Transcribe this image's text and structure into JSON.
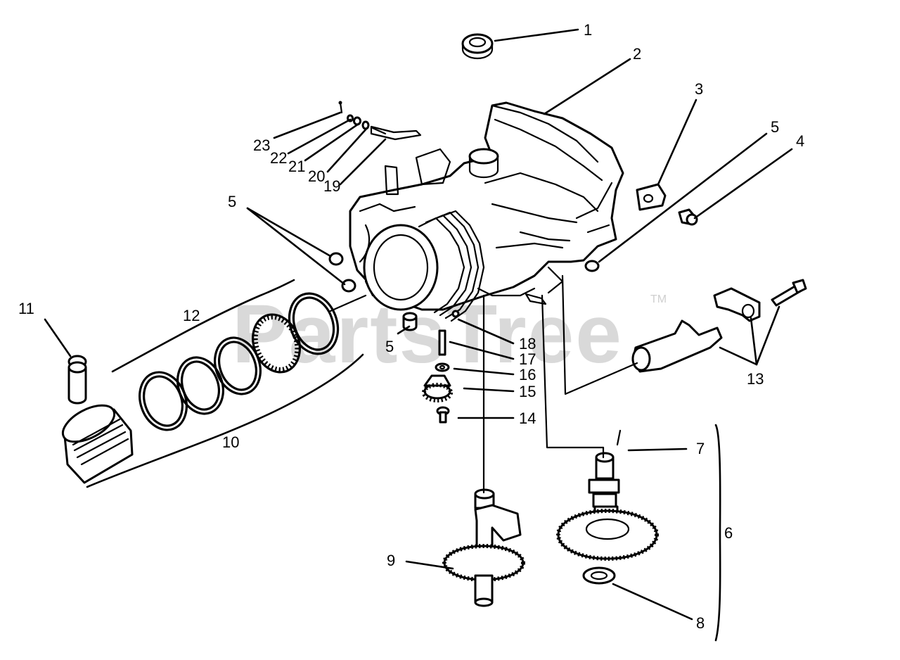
{
  "watermark": {
    "text": "PartsTree",
    "trademark": "TM"
  },
  "callouts": [
    {
      "id": "c1",
      "label": "1"
    },
    {
      "id": "c2",
      "label": "2"
    },
    {
      "id": "c3",
      "label": "3"
    },
    {
      "id": "c4",
      "label": "4"
    },
    {
      "id": "c5a",
      "label": "5"
    },
    {
      "id": "c5b",
      "label": "5"
    },
    {
      "id": "c5c",
      "label": "5"
    },
    {
      "id": "c6",
      "label": "6"
    },
    {
      "id": "c7",
      "label": "7"
    },
    {
      "id": "c8",
      "label": "8"
    },
    {
      "id": "c9",
      "label": "9"
    },
    {
      "id": "c10",
      "label": "10"
    },
    {
      "id": "c11",
      "label": "11"
    },
    {
      "id": "c12",
      "label": "12"
    },
    {
      "id": "c13",
      "label": "13"
    },
    {
      "id": "c14",
      "label": "14"
    },
    {
      "id": "c15",
      "label": "15"
    },
    {
      "id": "c16",
      "label": "16"
    },
    {
      "id": "c17",
      "label": "17"
    },
    {
      "id": "c18",
      "label": "18"
    },
    {
      "id": "c19",
      "label": "19"
    },
    {
      "id": "c20",
      "label": "20"
    },
    {
      "id": "c21",
      "label": "21"
    },
    {
      "id": "c22",
      "label": "22"
    },
    {
      "id": "c23",
      "label": "23"
    }
  ]
}
